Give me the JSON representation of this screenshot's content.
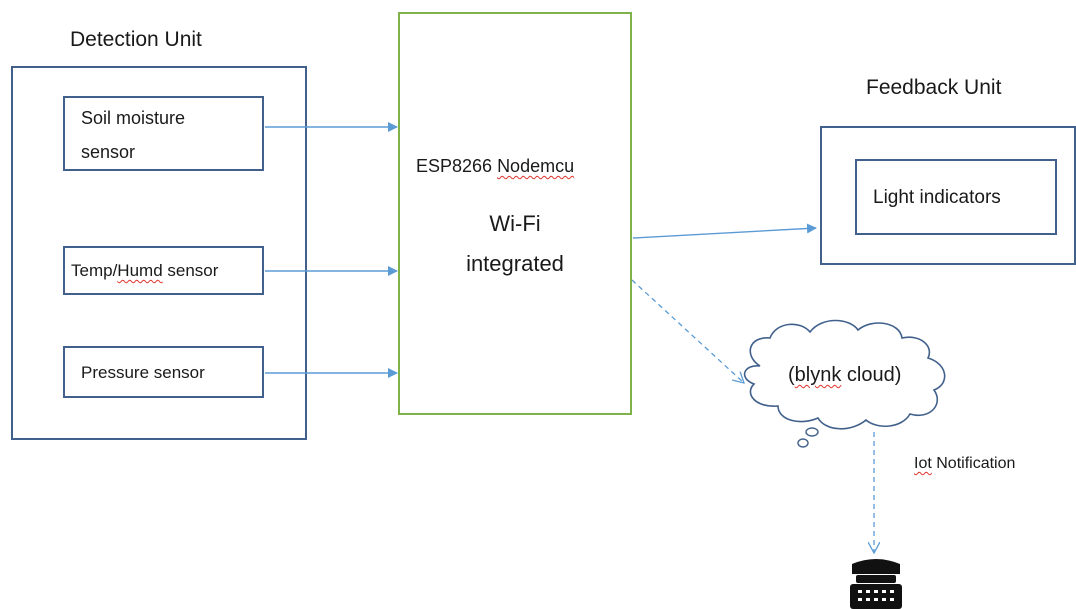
{
  "detection": {
    "title": "Detection Unit",
    "sensor1_line1": "Soil moisture",
    "sensor1_line2": "sensor",
    "sensor2_a": "Temp/",
    "sensor2_b": "Humd",
    "sensor2_c": " sensor",
    "sensor3": "Pressure sensor"
  },
  "controller": {
    "model_a": "ESP8266 ",
    "model_b": "Nodemcu",
    "wifi_line1": "Wi-Fi",
    "wifi_line2": "integrated"
  },
  "feedback": {
    "title": "Feedback Unit",
    "indicator": "Light indicators"
  },
  "cloud": {
    "a": "(",
    "b": "blynk",
    "c": " cloud)"
  },
  "notification": {
    "a": "Iot",
    "b": " Notification"
  },
  "colors": {
    "box_border": "#41618c",
    "controller_border": "#7fb24a",
    "arrow": "#5b9bd5",
    "spellcheck": "#e0322b"
  }
}
